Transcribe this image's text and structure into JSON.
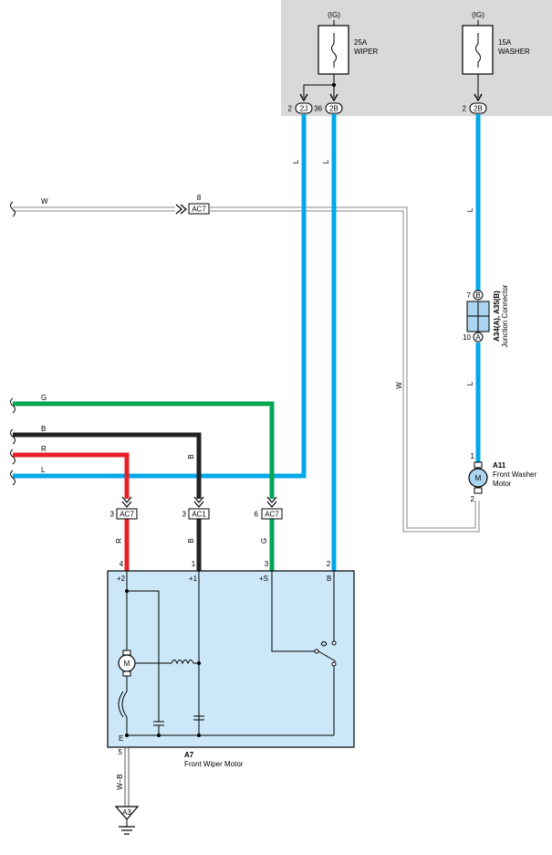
{
  "fuses": [
    {
      "ig": "(IG)",
      "amps": "25A",
      "name": "WIPER"
    },
    {
      "ig": "(IG)",
      "amps": "15A",
      "name": "WASHER"
    }
  ],
  "jb_connectors": [
    {
      "pin": "2",
      "conn": "2J"
    },
    {
      "pin": "36",
      "conn": "2B"
    },
    {
      "pin": "2",
      "conn": "2B"
    }
  ],
  "inline_connectors": [
    {
      "pin": "8",
      "conn": "AC7"
    },
    {
      "pin": "3",
      "conn": "AC7"
    },
    {
      "pin": "3",
      "conn": "AC1"
    },
    {
      "pin": "6",
      "conn": "AC7"
    }
  ],
  "wire_colors": {
    "L": "#00a8e8",
    "R": "#e8202a",
    "B": "#222222",
    "G": "#00a650",
    "W": "#888888"
  },
  "wire_labels": {
    "l_2j": "L",
    "l_2b": "L",
    "l_washer_top": "L",
    "l_washer_bottom": "L",
    "w_washer_return": "W",
    "r_motor": "R",
    "b_motor": "B",
    "b_branch": "B",
    "g_motor": "G",
    "wb_ground": "W–B"
  },
  "left_wires": [
    {
      "label": "W"
    },
    {
      "label": "G"
    },
    {
      "label": "B"
    },
    {
      "label": "R"
    },
    {
      "label": "L"
    }
  ],
  "junction_connector": {
    "line1": "A34(A), A35(B)",
    "line2": "Junction Connector",
    "pin_top": "7",
    "conn_top": "B",
    "pin_bottom": "10",
    "conn_bottom": "A"
  },
  "washer_motor": {
    "id": "A11",
    "line1": "Front Washer",
    "line2": "Motor",
    "pin_top": "1",
    "pin_bottom": "2",
    "symbol": "M"
  },
  "wiper_motor": {
    "id": "A7",
    "name": "Front Wiper Motor",
    "symbol": "M",
    "pins": [
      {
        "num": "4",
        "term": "+2"
      },
      {
        "num": "1",
        "term": "+1"
      },
      {
        "num": "3",
        "term": "+S"
      },
      {
        "num": "2",
        "term": "B"
      }
    ],
    "ground_term": "E",
    "ground_pin": "5"
  },
  "ground": {
    "conn": "A3"
  }
}
